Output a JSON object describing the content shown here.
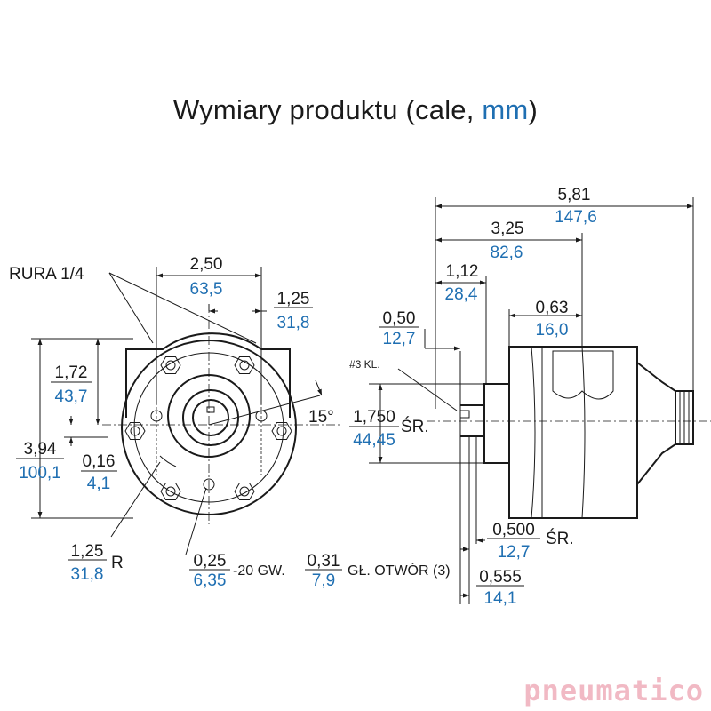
{
  "title": {
    "text": "Wymiary produktu (cale, ",
    "unit": "mm",
    "close": ")"
  },
  "labels": {
    "pipe": "RURA 1/4",
    "key": "#3 KL.",
    "angle": "15°",
    "dia_suffix": "ŚR.",
    "radius_suffix": "R",
    "thread_suffix": "-20 GW.",
    "depth_suffix": "GŁ. OTWÓR (3)"
  },
  "dims": {
    "d250": {
      "in": "2,50",
      "mm": "63,5"
    },
    "d125": {
      "in": "1,25",
      "mm": "31,8"
    },
    "d172": {
      "in": "1,72",
      "mm": "43,7"
    },
    "d394": {
      "in": "3,94",
      "mm": "100,1"
    },
    "d016": {
      "in": "0,16",
      "mm": "4,1"
    },
    "r125": {
      "in": "1,25",
      "mm": "31,8"
    },
    "h025": {
      "in": "0,25",
      "mm": "6,35"
    },
    "h031": {
      "in": "0,31",
      "mm": "7,9"
    },
    "d581": {
      "in": "5,81",
      "mm": "147,6"
    },
    "d325": {
      "in": "3,25",
      "mm": "82,6"
    },
    "d112": {
      "in": "1,12",
      "mm": "28,4"
    },
    "d050": {
      "in": "0,50",
      "mm": "12,7"
    },
    "d063": {
      "in": "0,63",
      "mm": "16,0"
    },
    "d1750": {
      "in": "1,750",
      "mm": "44,45"
    },
    "d0500": {
      "in": "0,500",
      "mm": "12,7"
    },
    "d0555": {
      "in": "0,555",
      "mm": "14,1"
    }
  },
  "logo": {
    "text": "pneumatico"
  },
  "colors": {
    "ink": "#1a1a1a",
    "metric": "#1f6fb2",
    "logo": "#f1b9c4"
  }
}
